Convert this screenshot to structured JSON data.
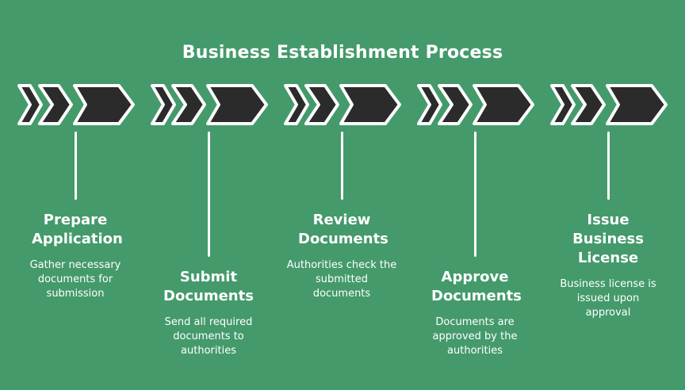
{
  "title": "Business Establishment Process",
  "colors": {
    "background": "#449A6B",
    "chevron_fill": "#2B2B2B",
    "outline": "#FFFFFF",
    "text": "#FFFFFF"
  },
  "steps": [
    {
      "icon": "chevron-arrows-icon",
      "title": "Prepare Application",
      "description": "Gather necessary documents for submission"
    },
    {
      "icon": "chevron-arrows-icon",
      "title": "Submit Documents",
      "description": "Send all required documents to authorities"
    },
    {
      "icon": "chevron-arrows-icon",
      "title": "Review Documents",
      "description": "Authorities check the submitted documents"
    },
    {
      "icon": "chevron-arrows-icon",
      "title": "Approve Documents",
      "description": "Documents are approved by the authorities"
    },
    {
      "icon": "chevron-arrows-icon",
      "title": "Issue Business License",
      "description": "Business license is issued upon approval"
    }
  ]
}
